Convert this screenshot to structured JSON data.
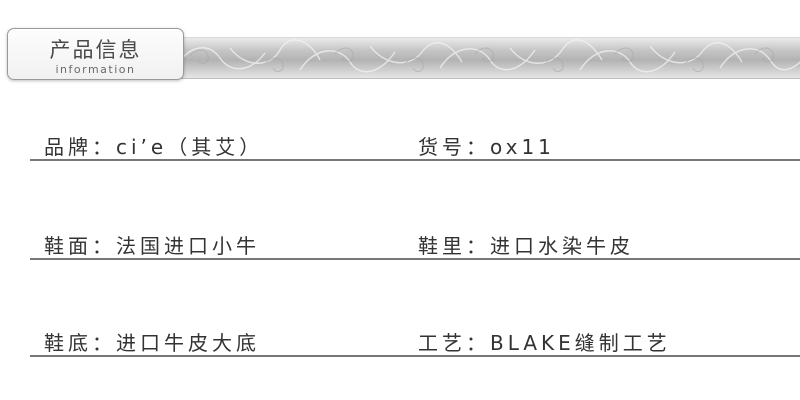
{
  "section": {
    "title": "产品信息",
    "subtitle": "information"
  },
  "rows": [
    {
      "left": {
        "label": "品牌",
        "separator": "：",
        "value": "ci’e（其艾）"
      },
      "right": {
        "label": "货号",
        "separator": "：",
        "value": "ox11"
      }
    },
    {
      "left": {
        "label": "鞋面",
        "separator": "：",
        "value": "法国进口小牛"
      },
      "right": {
        "label": "鞋里",
        "separator": "：",
        "value": "进口水染牛皮"
      }
    },
    {
      "left": {
        "label": "鞋底",
        "separator": "：",
        "value": "进口牛皮大底"
      },
      "right": {
        "label": "工艺",
        "separator": "：",
        "value": "BLAKE缝制工艺"
      }
    }
  ],
  "colors": {
    "text": "#333333",
    "rule": "#777777",
    "banner": "#b3b3b3"
  }
}
